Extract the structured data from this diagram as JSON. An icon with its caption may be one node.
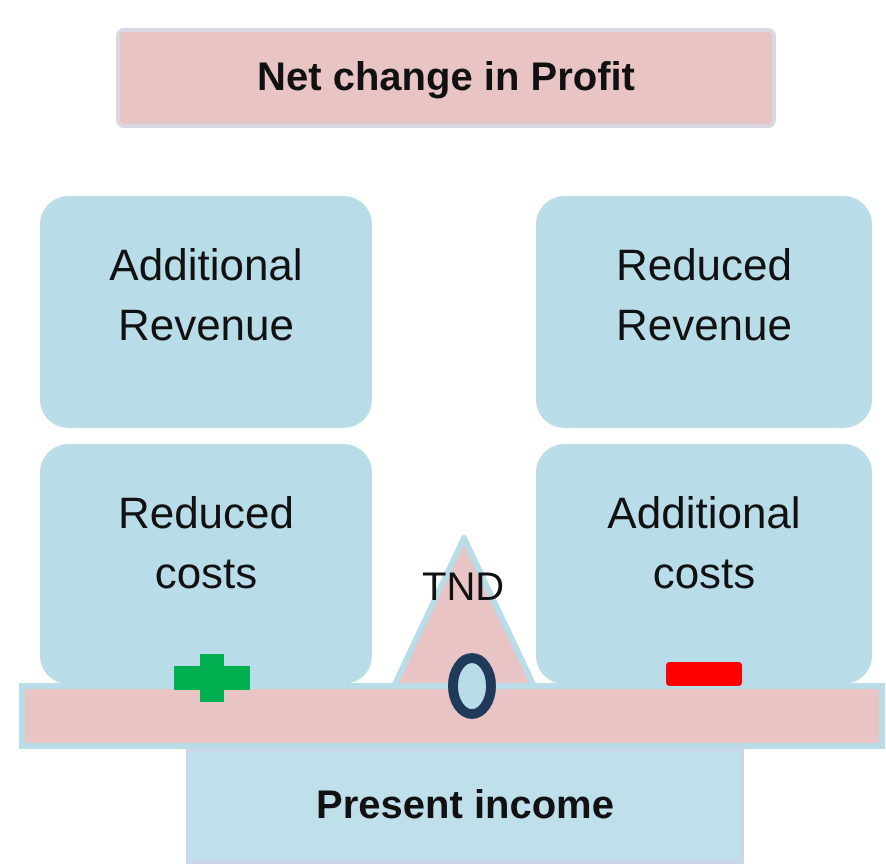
{
  "diagram": {
    "nodes": [
      {
        "text": [
          "Net change in Profit"
        ]
      },
      {
        "text": [
          "Additional Revenue"
        ]
      },
      {
        "text": [
          "Reduced Revenue"
        ]
      },
      {
        "text": [
          "Reduced costs"
        ]
      },
      {
        "text": [
          "Additional costs"
        ]
      },
      {
        "text": [
          "TND"
        ]
      },
      {
        "text": [],
        "shape": "bar"
      },
      {
        "text": [
          "Present income"
        ]
      }
    ]
  }
}
